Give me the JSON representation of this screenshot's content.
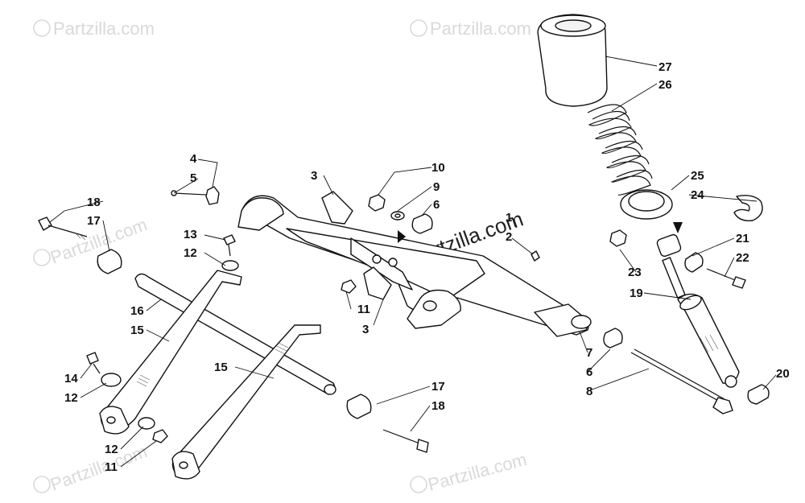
{
  "watermark": {
    "text": "Partzilla.com",
    "center_text": "Partzilla.com"
  },
  "callouts": [
    {
      "id": "c27",
      "text": "27"
    },
    {
      "id": "c26",
      "text": "26"
    },
    {
      "id": "c25",
      "text": "25"
    },
    {
      "id": "c24",
      "text": "24"
    },
    {
      "id": "c21",
      "text": "21"
    },
    {
      "id": "c22",
      "text": "22"
    },
    {
      "id": "c23",
      "text": "23"
    },
    {
      "id": "c19",
      "text": "19"
    },
    {
      "id": "c20",
      "text": "20"
    },
    {
      "id": "c10",
      "text": "10"
    },
    {
      "id": "c9",
      "text": "9"
    },
    {
      "id": "c6a",
      "text": "6"
    },
    {
      "id": "c1",
      "text": "1"
    },
    {
      "id": "c2",
      "text": "2"
    },
    {
      "id": "c3a",
      "text": "3"
    },
    {
      "id": "c4",
      "text": "4"
    },
    {
      "id": "c5",
      "text": "5"
    },
    {
      "id": "c18a",
      "text": "18"
    },
    {
      "id": "c17a",
      "text": "17"
    },
    {
      "id": "c13",
      "text": "13"
    },
    {
      "id": "c12a",
      "text": "12"
    },
    {
      "id": "c16",
      "text": "16"
    },
    {
      "id": "c15a",
      "text": "15"
    },
    {
      "id": "c11a",
      "text": "11"
    },
    {
      "id": "c3b",
      "text": "3"
    },
    {
      "id": "c7",
      "text": "7"
    },
    {
      "id": "c6b",
      "text": "6"
    },
    {
      "id": "c8",
      "text": "8"
    },
    {
      "id": "c14",
      "text": "14"
    },
    {
      "id": "c12b",
      "text": "12"
    },
    {
      "id": "c15b",
      "text": "15"
    },
    {
      "id": "c17b",
      "text": "17"
    },
    {
      "id": "c18b",
      "text": "18"
    },
    {
      "id": "c12c",
      "text": "12"
    },
    {
      "id": "c11b",
      "text": "11"
    }
  ]
}
